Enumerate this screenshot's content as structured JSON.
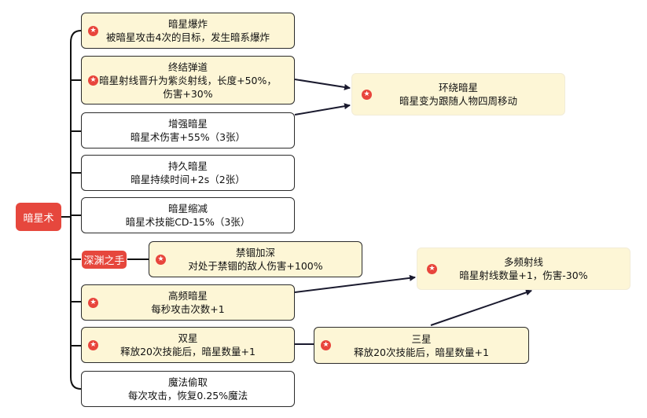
{
  "root": {
    "label": "暗星术"
  },
  "branch": {
    "label": "深渊之手"
  },
  "nodes": {
    "burst": {
      "title": "暗星爆炸",
      "desc": "被暗星攻击4次的目标，发生暗系爆炸",
      "star": true
    },
    "final": {
      "title": "终结弹道",
      "desc": "暗星射线晋升为紫炎射线，长度+50%，",
      "desc2": "伤害+30%",
      "star": true
    },
    "enhance": {
      "title": "增强暗星",
      "desc": "暗星术伤害+55%（3张）",
      "star": false
    },
    "lasting": {
      "title": "持久暗星",
      "desc": "暗星持续时间+2s（2张）",
      "star": false
    },
    "shrink": {
      "title": "暗星缩减",
      "desc": "暗星术技能CD-15%（3张）",
      "star": false
    },
    "surround": {
      "title": "环绕暗星",
      "desc": "暗星变为跟随人物四周移动",
      "star": true
    },
    "imprison": {
      "title": "禁锢加深",
      "desc": "对处于禁锢的敌人伤害+100%",
      "star": true
    },
    "highfreq": {
      "title": "高频暗星",
      "desc": "每秒攻击次数+1",
      "star": true
    },
    "multiray": {
      "title": "多频射线",
      "desc": "暗星射线数量+1，伤害-30%",
      "star": true
    },
    "double": {
      "title": "双星",
      "desc": "释放20次技能后，暗星数量+1",
      "star": true
    },
    "triple": {
      "title": "三星",
      "desc": "释放20次技能后，暗星数量+1",
      "star": true
    },
    "steal": {
      "title": "魔法偷取",
      "desc": "每次攻击，恢复0.25%魔法",
      "star": false
    }
  },
  "icons": {
    "star": "star-badge-icon"
  },
  "colors": {
    "accent": "#e6473d",
    "node_fill": "#fdf6d6",
    "border": "#2b2b2b"
  }
}
